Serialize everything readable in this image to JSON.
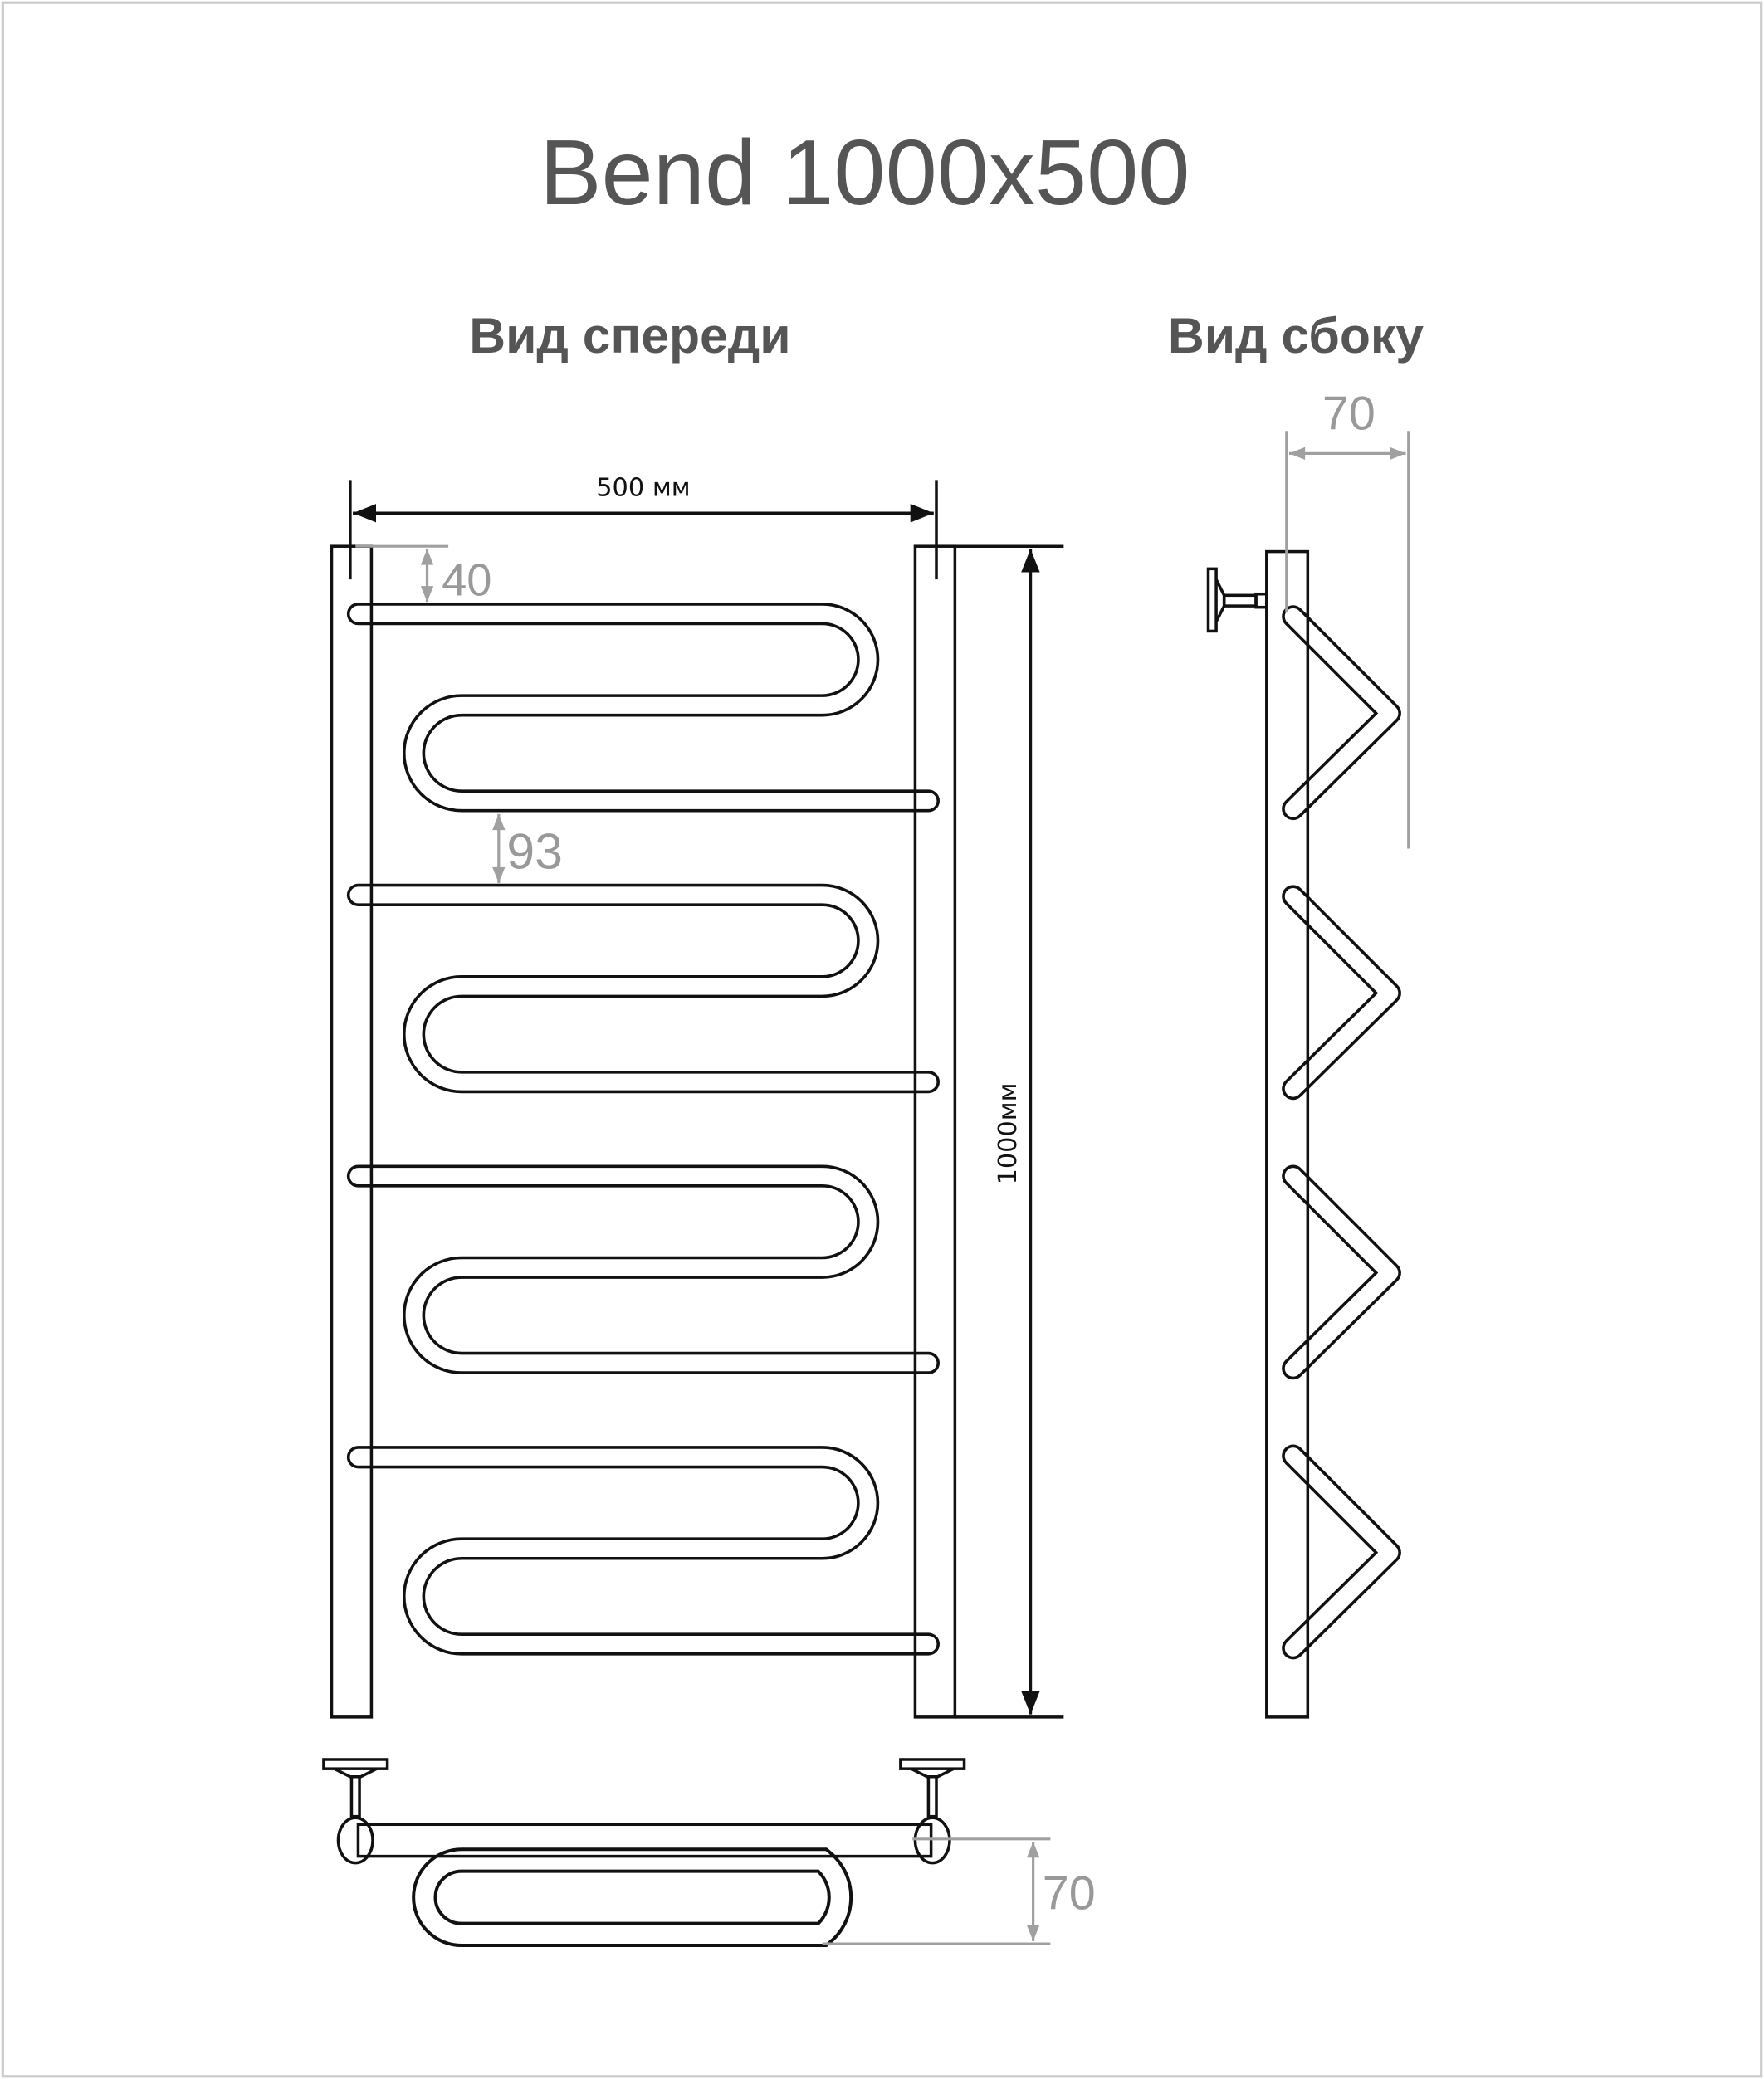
{
  "title": "Bend 1000x500",
  "front_view_label": "Вид спереди",
  "side_view_label": "Вид сбоку",
  "dimensions": {
    "width": "500 мм",
    "height": "1000мм",
    "top_offset": "40",
    "section_gap": "93",
    "side_depth": "70",
    "bottom_depth": "70"
  },
  "sections": 4
}
